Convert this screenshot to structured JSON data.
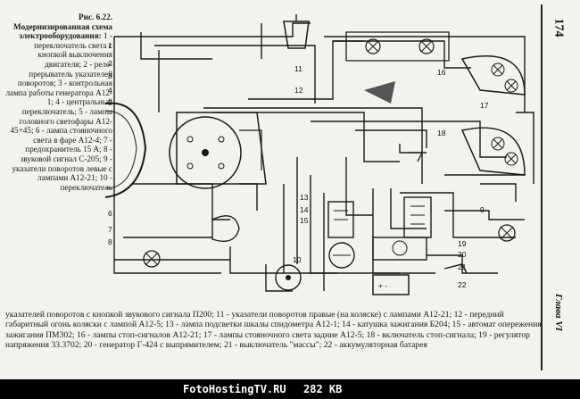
{
  "page": {
    "number": "174",
    "chapter": "Глава VI"
  },
  "caption": {
    "title": "Рис. 6.22. Модернизированная схема электрооборудования:",
    "text": "1 - переключатель света с кнопкой выключения двигателя; 2 - реле-прерыватель указателей поворотов; 3 - контрольная лампа работы генератора А12-1; 4 - центральный переключатель; 5 - лампы головного светофары А12-45+45; 6 - лампа стояночного света в фаре А12-4; 7 - предохранитель 15 А; 8 - звуковой сигнал С-205; 9 - указатели поворотов левые с лампами А12-21; 10 - переключатель",
    "continuation": "указателей поворотов с кнопкой звукового сигнала П200; 11 - указатели поворотов правые (на коляске) с лампами А12-21; 12 - передний габаритный огонь коляски с лампой А12-5; 13 - лампа подсветки шкалы спидометра А12-1; 14 - катушка зажигания Б204; 15 - автомат опережения зажигания ПМ302; 16 - лампы стоп-сигналов А12-21; 17 - лампы стояночного света задние А12-5; 18 - включатель стоп-сигнала; 19 - регулятор напряжения 33.3702; 20 - генератор Г-424 с выпрямителем; 21 - выключатель \"массы\"; 22 - аккумуляторная батарея"
  },
  "diagram": {
    "labels": [
      "1",
      "2",
      "3",
      "4",
      "5",
      "6",
      "7",
      "8",
      "9",
      "10",
      "11",
      "12",
      "13",
      "14",
      "15",
      "16",
      "17",
      "18",
      "19",
      "20",
      "21",
      "22"
    ]
  },
  "footer": {
    "site": "FotoHostingTV.RU",
    "size": "282 KB"
  }
}
